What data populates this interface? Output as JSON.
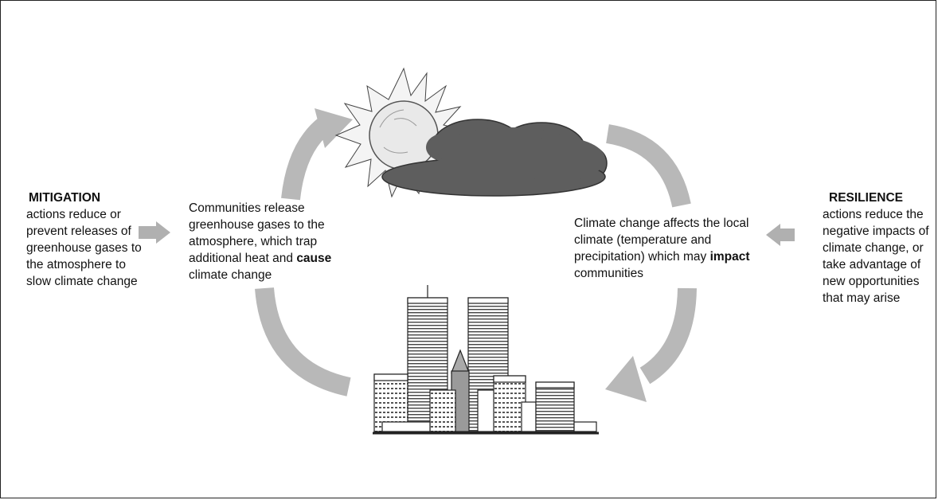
{
  "mitigation": {
    "title": "MITIGATION",
    "text": "actions reduce or prevent releases of greenhouse gases to the atmosphere to slow climate change"
  },
  "communities_release": {
    "text_before": "Communities release greenhouse gases to the atmosphere, which trap additional heat and ",
    "bold": "cause",
    "text_after": " climate change"
  },
  "climate_change_affects": {
    "text_before": "Climate change affects the local climate (temperature and precipitation) which may ",
    "bold": "impact",
    "text_after": " communities"
  },
  "resilience": {
    "title": "RESILIENCE",
    "text": "actions reduce the negative impacts of climate change, or take advantage of new opportunities that may arise"
  },
  "colors": {
    "arrow": "#b8b8b8",
    "cloud": "#5e5e5e",
    "sun_fill": "#eeeeee",
    "outline": "#333333"
  },
  "icons": [
    "sun-icon",
    "cloud-icon",
    "city-skyline-icon"
  ]
}
